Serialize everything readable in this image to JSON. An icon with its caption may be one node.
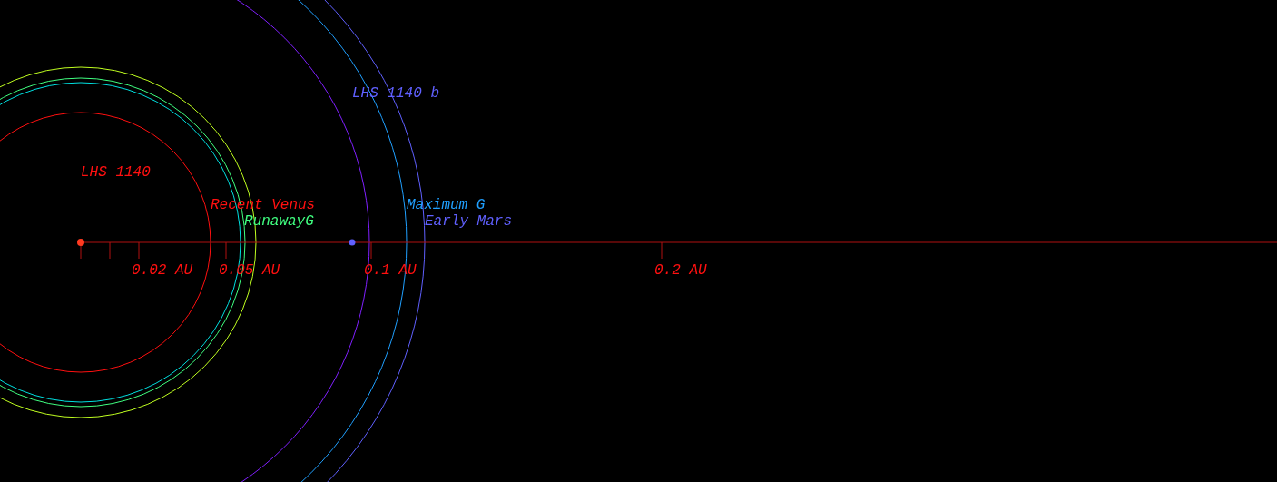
{
  "diagram": {
    "labels": [
      "LHS 1140 b",
      "LHS 1140",
      "Recent Venus",
      "Maximum G",
      "RunawayG",
      "Early Mars",
      "0.02 AU",
      "0.05 AU",
      "0.1 AU",
      "0.2 AU"
    ]
  }
}
